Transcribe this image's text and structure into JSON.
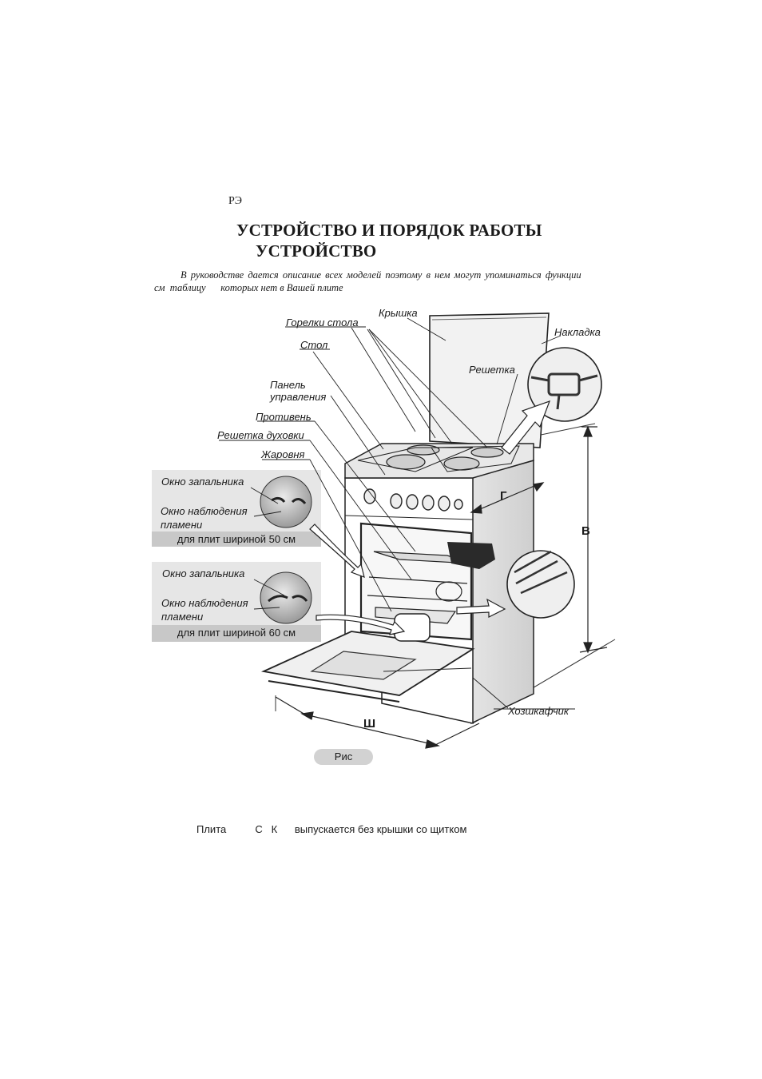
{
  "header": {
    "doc_code": "РЭ",
    "title": "УСТРОЙСТВО И ПОРЯДОК РАБОТЫ",
    "subtitle": "УСТРОЙСТВО"
  },
  "intro": {
    "line1": "В руководстве дается описание всех моделей  поэтому в нем могут упоминаться  функции",
    "line2": "см  таблицу      которых нет в Вашей плите"
  },
  "figure": {
    "labels": {
      "lid": "Крышка",
      "hob_burners": "Горелки стола",
      "cover": "Накладка",
      "table": "Стол",
      "grate": "Решетка",
      "control_panel_1": "Панель",
      "control_panel_2": "управления",
      "baking_tray": "Противень",
      "oven_rack": "Решетка духовки",
      "roasting_pan": "Жаровня",
      "storage": "Хозшкафчик"
    },
    "dimensions": {
      "height": "В",
      "depth": "Г",
      "width": "Ш"
    },
    "insets": [
      {
        "ignition_window": "Окно запальника",
        "flame_window_1": "Окно наблюдения",
        "flame_window_2": "пламени",
        "caption": "для плит шириной 50 см"
      },
      {
        "ignition_window": "Окно запальника",
        "flame_window_1": "Окно наблюдения",
        "flame_window_2": "пламени",
        "caption": "для плит шириной 60 см"
      }
    ],
    "caption": "Рис"
  },
  "footer_note": "Плита          С   К      выпускается без крышки со щитком"
}
